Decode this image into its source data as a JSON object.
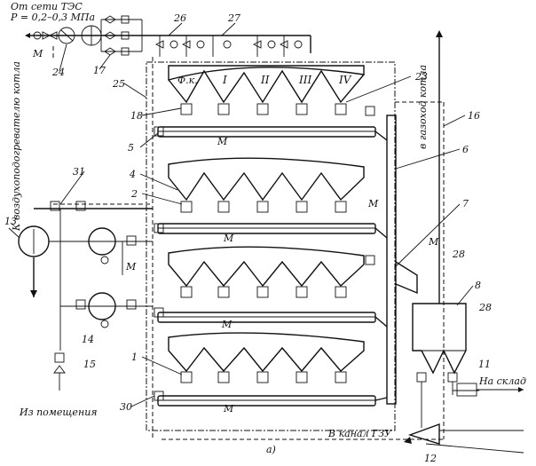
{
  "labels": {
    "source_line1": "От сети ТЭС",
    "source_line2": "P = 0,2–0,3 МПа",
    "to_air_heater": "К воздухоподогревателю котла",
    "to_boiler_gas_duct": "в газоход котла",
    "from_room": "Из помещения",
    "to_warehouse": "На склад",
    "to_channel": "В канал ГЗУ",
    "figure_caption": "а)",
    "filter_chamber": "Ф.к.",
    "M": "М"
  },
  "section_labels": [
    "I",
    "II",
    "III",
    "IV"
  ],
  "callouts": [
    "1",
    "2",
    "4",
    "5",
    "6",
    "7",
    "8",
    "11",
    "12",
    "13",
    "14",
    "15",
    "16",
    "17",
    "18",
    "23",
    "24",
    "25",
    "26",
    "27",
    "28",
    "28",
    "30",
    "31"
  ]
}
